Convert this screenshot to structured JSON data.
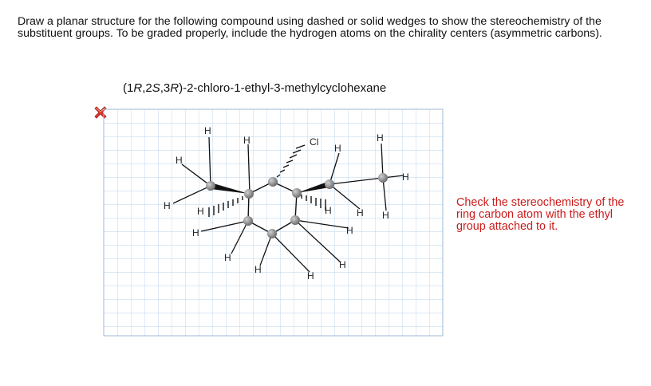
{
  "question": {
    "instructions": "Draw a planar structure for the following compound using dashed or solid wedges to show the stereochemistry of the substituent groups. To be graded properly, include the hydrogen atoms on the chirality centers (asymmetric carbons).",
    "compound_open": "(1",
    "compound_r1": "R",
    "compound_comma1": ",2",
    "compound_s": "S",
    "compound_comma2": ",3",
    "compound_r2": "R",
    "compound_rest": ")-2-chloro-1-ethyl-3-methylcyclohexane"
  },
  "status": {
    "icon": "red-x-icon",
    "color": "#e23b2e"
  },
  "feedback": {
    "text": "Check the stereochemistry of the ring carbon atom with the ethyl group attached to it.",
    "color": "#cc1b1b"
  },
  "drawing": {
    "grid_color": "#b9d3ee",
    "atom_color": "#8c8c8c",
    "labels": {
      "h_top_left": "H",
      "h_top_mid": "H",
      "h_left_upper": "H",
      "h_left_side": "H",
      "h_hash_left": "H",
      "h_left_lower": "H",
      "h_bottom_left": "H",
      "h_bottom_mid": "H",
      "h_bottom_right": "H",
      "cl": "Cl",
      "h_right_top": "H",
      "h_hash_right": "H",
      "h_right_mid": "H",
      "h_right_low": "H",
      "h_ethyl_top": "H",
      "h_ethyl_side": "H",
      "h_ethyl_bottom": "H"
    }
  }
}
